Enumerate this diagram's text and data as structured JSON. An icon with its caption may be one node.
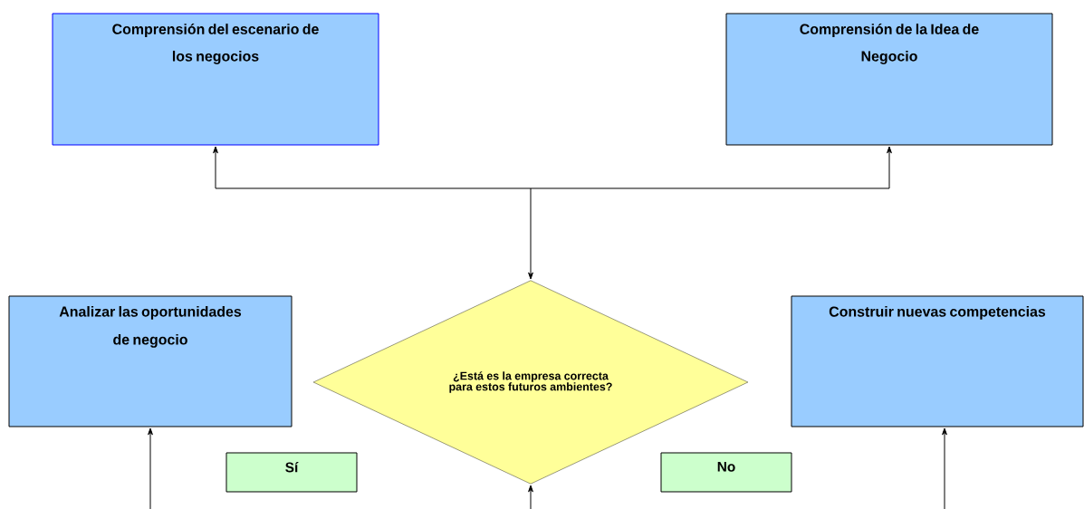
{
  "diagram": {
    "nodes": [
      {
        "text": [
          "Comprensión del escenario de los negocios"
        ]
      },
      {
        "text": [
          "Comprensión de la Idea de Negocio"
        ]
      },
      {
        "text": [
          "¿Está es la empresa correcta para estos futuros ambientes?"
        ]
      },
      {
        "text": [
          "Analizar las oportunidades de negocio"
        ]
      },
      {
        "text": [
          "Construir nuevas competencias"
        ]
      },
      {
        "text": [
          "Sí"
        ]
      },
      {
        "text": [
          "No"
        ]
      }
    ],
    "edges": [
      {
        "from": 0,
        "to": 1,
        "arrow": "both"
      },
      {
        "from": null,
        "to": 2,
        "arrow": "to"
      },
      {
        "from": null,
        "to": 3,
        "arrow": "to"
      },
      {
        "from": null,
        "to": 2,
        "arrow": "to"
      },
      {
        "from": null,
        "to": 4,
        "arrow": "to"
      }
    ]
  }
}
